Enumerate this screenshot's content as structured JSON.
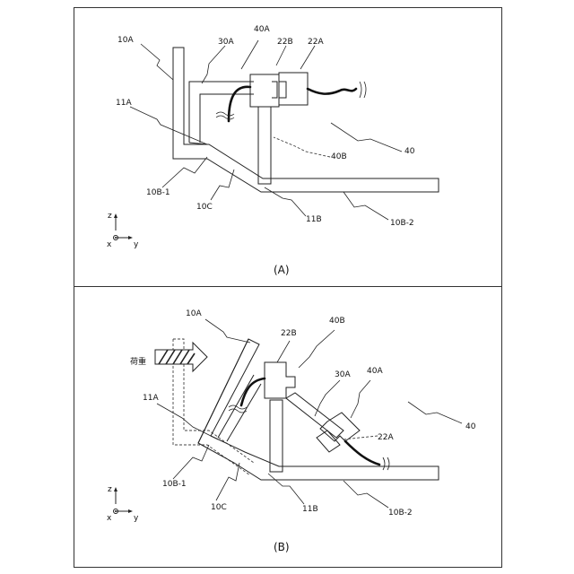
{
  "panel_a": {
    "caption": "(A)",
    "labels": {
      "l10A": "10A",
      "l30A": "30A",
      "l40A": "40A",
      "l22B": "22B",
      "l22A": "22A",
      "l11A": "11A",
      "l40": "40",
      "l40B": "40B",
      "l10B1": "10B-1",
      "l10C": "10C",
      "l11B": "11B",
      "l10B2": "10B-2"
    },
    "axes": {
      "z": "z",
      "x": "x",
      "y": "y"
    }
  },
  "panel_b": {
    "caption": "(B)",
    "labels": {
      "l10A": "10A",
      "l22B": "22B",
      "l40B": "40B",
      "l30A": "30A",
      "l40A": "40A",
      "load": "荷重",
      "l11A": "11A",
      "l22A": "22A",
      "l40": "40",
      "l10B1": "10B-1",
      "l10C": "10C",
      "l11B": "11B",
      "l10B2": "10B-2"
    },
    "axes": {
      "z": "z",
      "x": "x",
      "y": "y"
    }
  }
}
